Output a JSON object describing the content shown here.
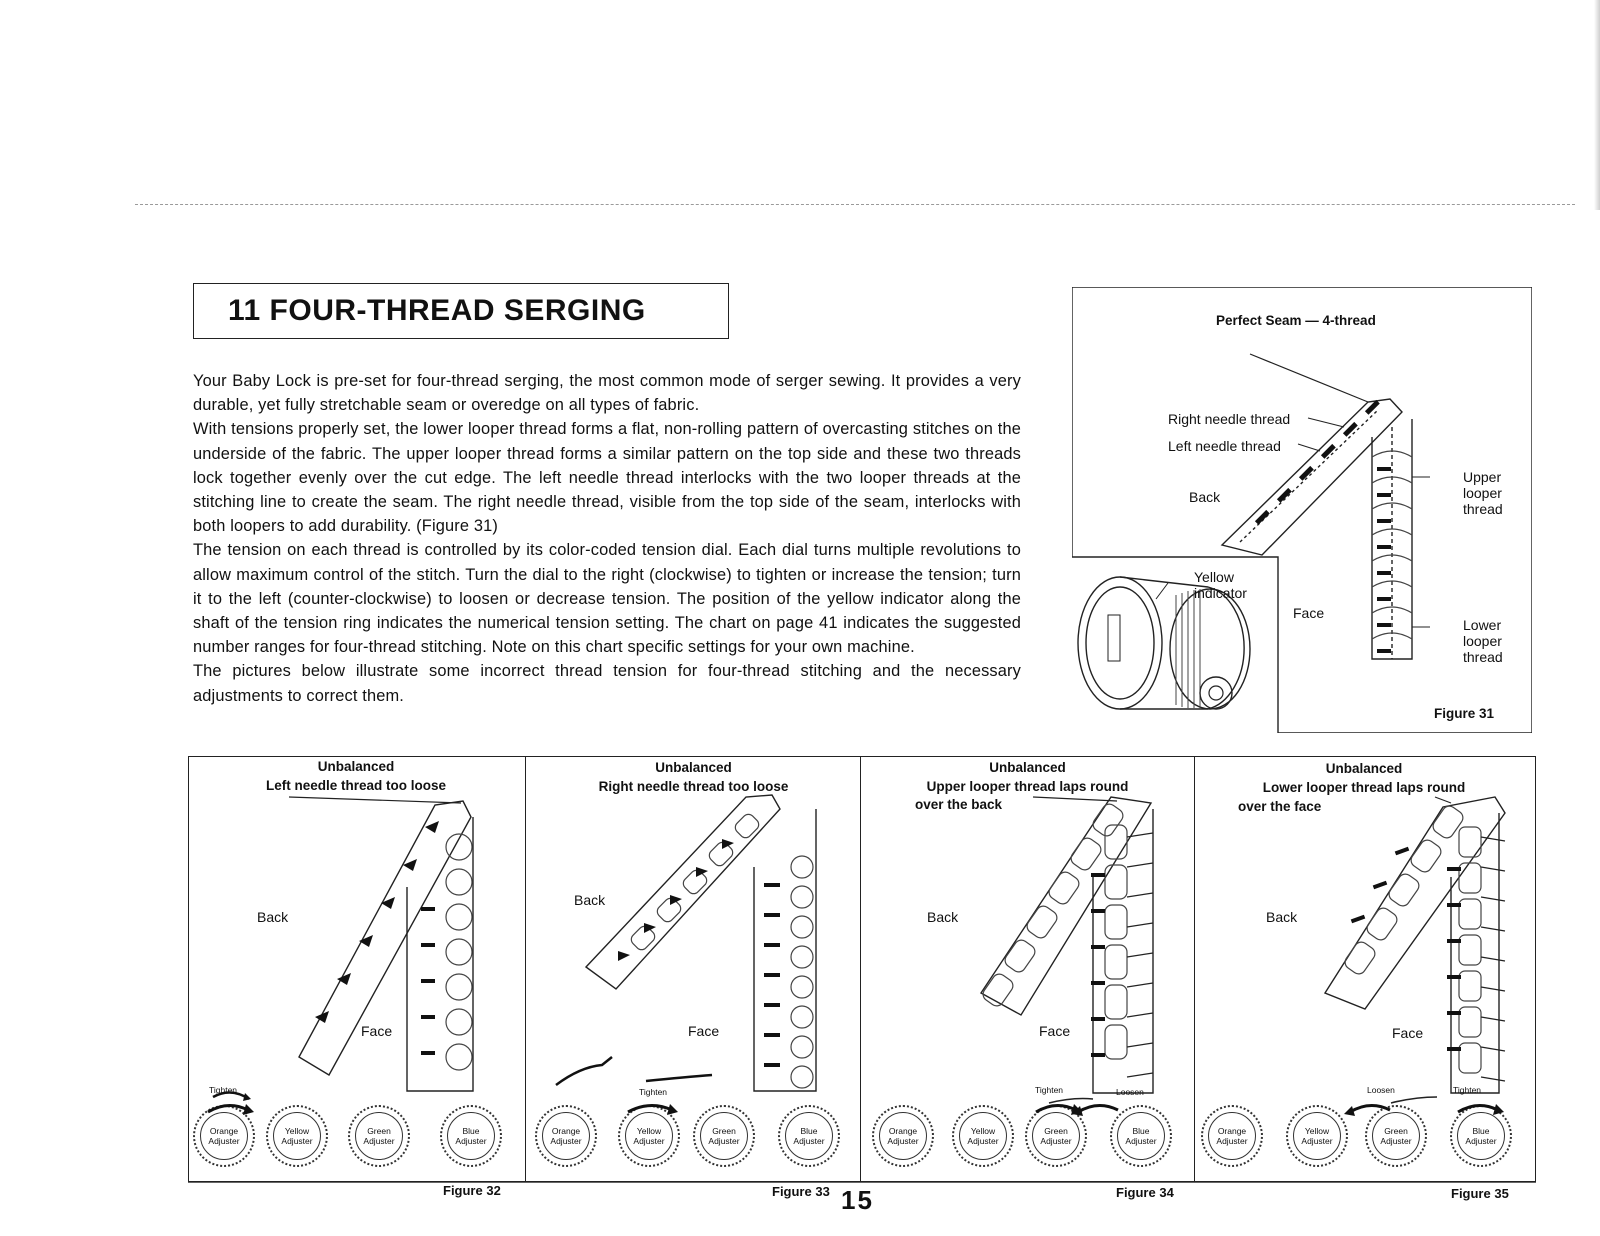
{
  "heading": "11 FOUR-THREAD SERGING",
  "paragraphs": [
    "Your Baby Lock is pre-set for four-thread serging, the most common mode of serger sewing. It provides a very durable, yet fully stretchable seam or overedge on all types of fabric.",
    "With tensions properly set, the lower looper thread forms a flat, non-rolling pattern of overcasting stitches on the underside of the fabric. The upper looper thread forms a similar pattern on the top side and these two threads lock together evenly over the cut edge. The left needle thread interlocks with the two looper threads at the stitching line to create the seam. The right needle thread, visible from the top side of the seam, interlocks with both loopers to add durability. (Figure 31)",
    "The tension on each thread is controlled by its color-coded tension dial. Each dial turns multiple revolutions to allow maximum control of the stitch. Turn the dial to the right (clockwise) to tighten or increase the tension; turn it to the left (counter-clockwise) to loosen or decrease tension. The position of the yellow indicator along the shaft of the tension ring indicates the numerical tension setting. The chart on page 41 indicates the suggested number ranges for four-thread stitching. Note on this chart specific settings for your own machine.",
    "The pictures below illustrate some incorrect thread tension for four-thread stitching and the necessary adjustments to correct them."
  ],
  "figure31": {
    "title": "Perfect Seam — 4-thread",
    "right_needle": "Right needle thread",
    "left_needle": "Left needle thread",
    "back": "Back",
    "face": "Face",
    "upper_looper": [
      "Upper",
      "looper",
      "thread"
    ],
    "lower_looper": [
      "Lower",
      "looper",
      "thread"
    ],
    "yellow_indicator": [
      "Yellow",
      "indicator"
    ],
    "caption": "Figure 31"
  },
  "panels": [
    {
      "title1": "Unbalanced",
      "title2": "Left needle thread too loose",
      "title3": "",
      "back": "Back",
      "face": "Face",
      "caption": "Figure 32",
      "tighten": "Tighten",
      "loosen": ""
    },
    {
      "title1": "Unbalanced",
      "title2": "Right needle thread too loose",
      "title3": "",
      "back": "Back",
      "face": "Face",
      "caption": "Figure 33",
      "tighten": "Tighten",
      "loosen": ""
    },
    {
      "title1": "Unbalanced",
      "title2": "Upper looper thread laps round",
      "title3": "over the back",
      "back": "Back",
      "face": "Face",
      "caption": "Figure 34",
      "tighten": "Tighten",
      "loosen": "Loosen"
    },
    {
      "title1": "Unbalanced",
      "title2": "Lower looper thread laps round",
      "title3": "over the face",
      "back": "Back",
      "face": "Face",
      "caption": "Figure 35",
      "tighten": "Tighten",
      "loosen": "Loosen"
    }
  ],
  "dials": {
    "orange": [
      "Orange",
      "Adjuster"
    ],
    "yellow": [
      "Yellow",
      "Adjuster"
    ],
    "green": [
      "Green",
      "Adjuster"
    ],
    "blue": [
      "Blue",
      "Adjuster"
    ]
  },
  "page_number": "15"
}
